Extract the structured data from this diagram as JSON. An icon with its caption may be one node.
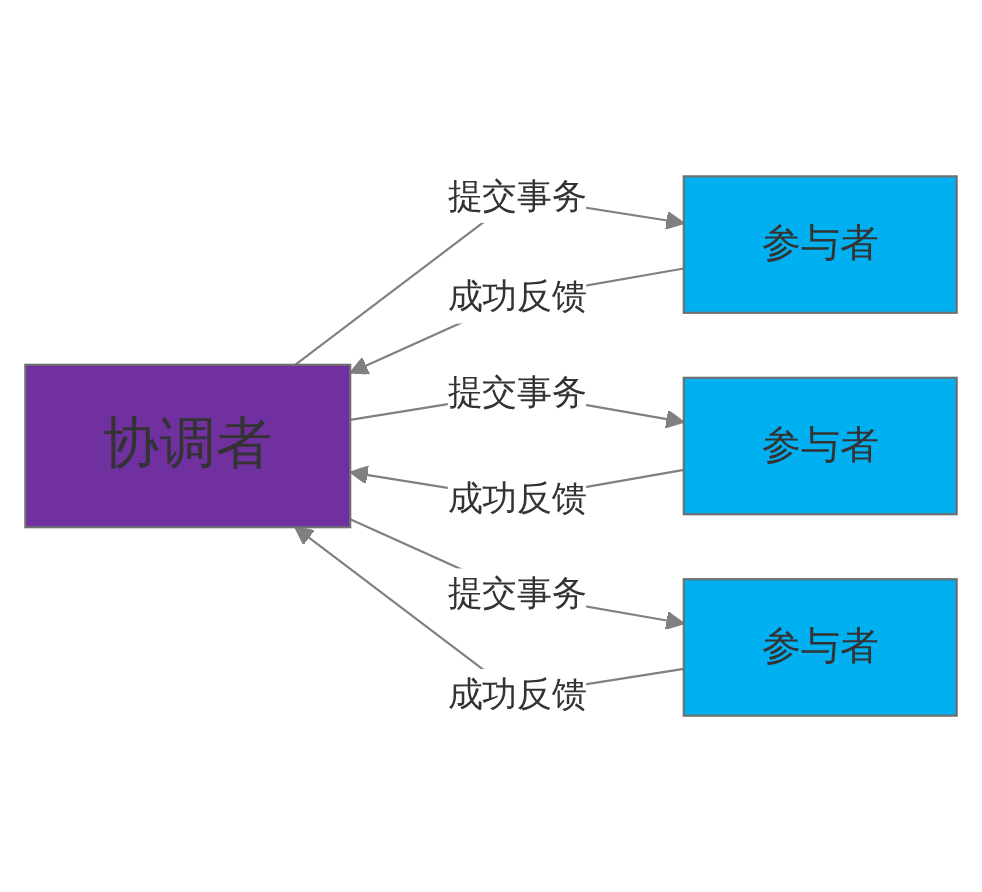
{
  "diagram": {
    "nodes": [
      {
        "text": [
          "协调者"
        ]
      },
      {
        "text": [
          "参与者"
        ]
      },
      {
        "text": [
          "参与者"
        ]
      },
      {
        "text": [
          "参与者"
        ]
      }
    ],
    "edges": [
      {
        "from": 0,
        "to": 1,
        "arrow": "to",
        "label": "提交事务"
      },
      {
        "from": 1,
        "to": 0,
        "arrow": "to",
        "label": "成功反馈"
      },
      {
        "from": 0,
        "to": 2,
        "arrow": "to",
        "label": "提交事务"
      },
      {
        "from": 2,
        "to": 0,
        "arrow": "to",
        "label": "成功反馈"
      },
      {
        "from": 0,
        "to": 3,
        "arrow": "to",
        "label": "提交事务"
      },
      {
        "from": 3,
        "to": 0,
        "arrow": "to",
        "label": "成功反馈"
      }
    ]
  }
}
